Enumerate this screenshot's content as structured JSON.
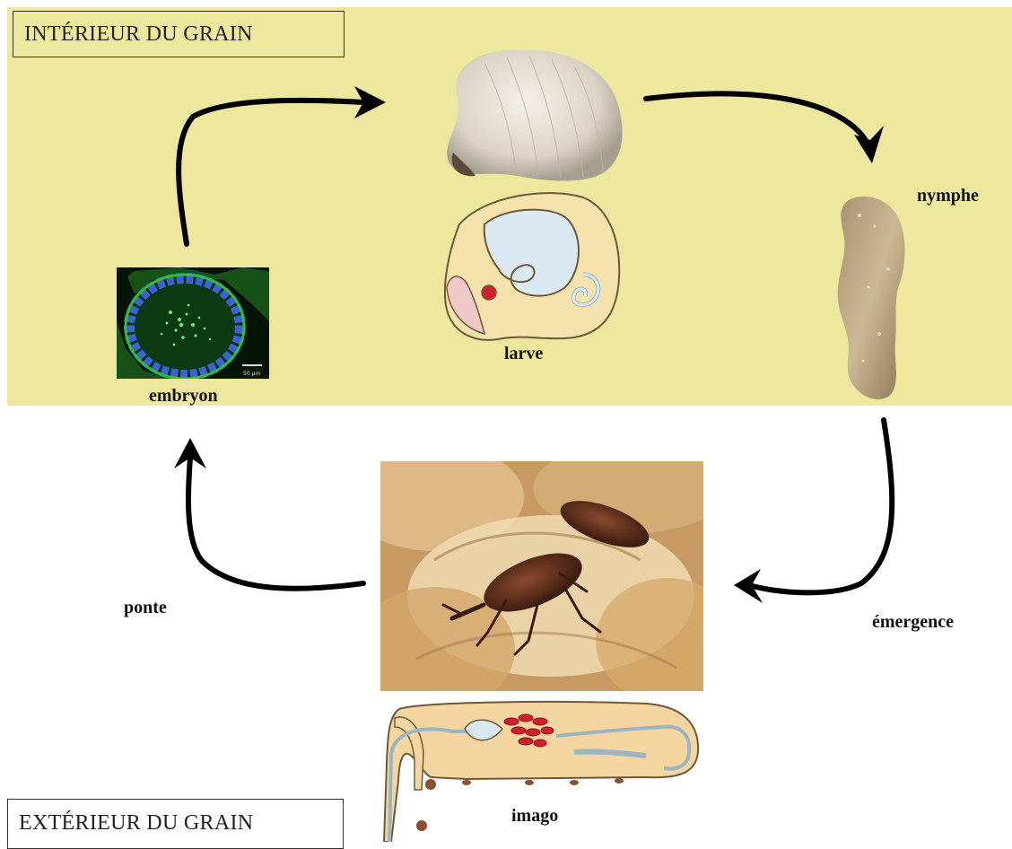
{
  "zones": {
    "inside_label": "INTÉRIEUR DU GRAIN",
    "outside_label": "EXTÉRIEUR DU GRAIN",
    "inside_color": "#ede89d"
  },
  "stages": {
    "embryon": "embryon",
    "larve": "larve",
    "nymphe": "nymphe",
    "emergence": "émergence",
    "ponte": "ponte",
    "imago": "imago"
  },
  "embryon_scale": "50 µm"
}
